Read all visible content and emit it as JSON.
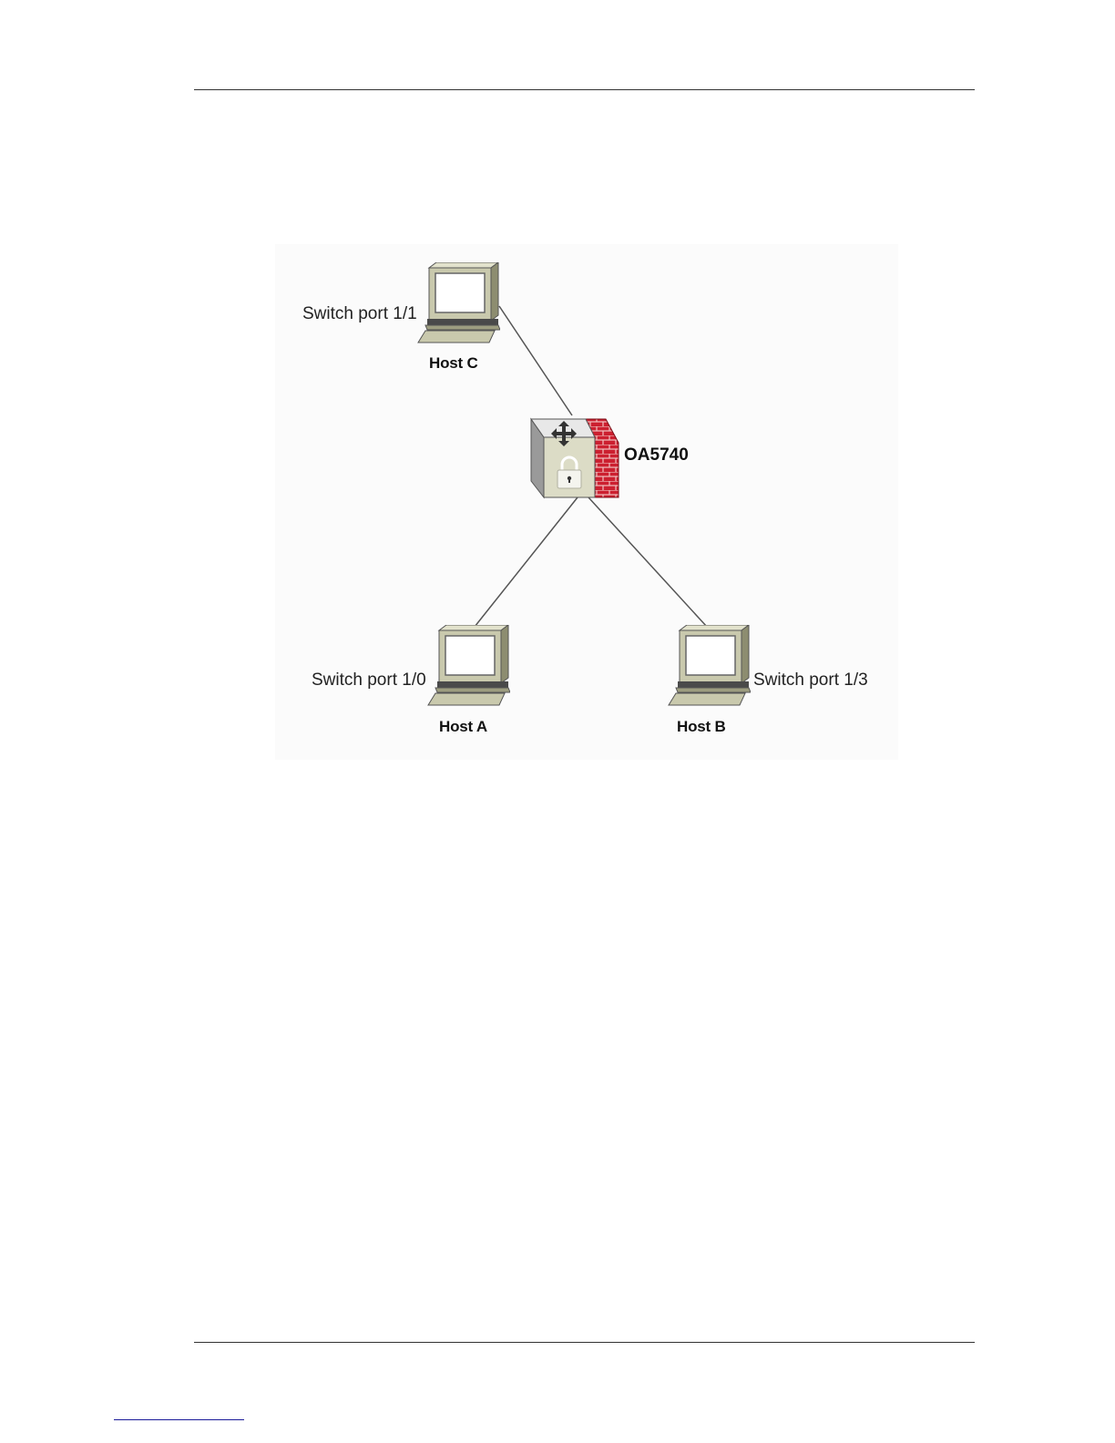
{
  "figure": {
    "device": {
      "label": "OA5740",
      "icon": "firewall-router-icon"
    },
    "hosts": {
      "host_c": {
        "label": "Host C",
        "port": "Switch port 1/1",
        "icon": "workstation-icon"
      },
      "host_a": {
        "label": "Host A",
        "port": "Switch port 1/0",
        "icon": "workstation-icon"
      },
      "host_b": {
        "label": "Host B",
        "port": "Switch port 1/3",
        "icon": "workstation-icon"
      }
    },
    "links": [
      {
        "from": "Host C",
        "to": "OA5740"
      },
      {
        "from": "OA5740",
        "to": "Host A"
      },
      {
        "from": "OA5740",
        "to": "Host B"
      }
    ],
    "colors": {
      "computer_body": "#c9c9ad",
      "brick_wall": "#cc2030",
      "link_line": "#555555"
    }
  }
}
